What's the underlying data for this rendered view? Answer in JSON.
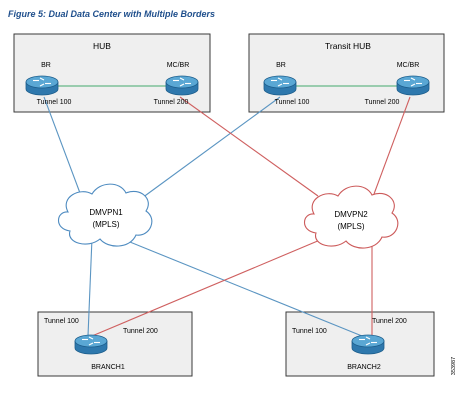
{
  "figure_title": "Figure 5: Dual Data Center with Multiple Borders",
  "sites": {
    "hub": {
      "title": "HUB",
      "left_router": {
        "label": "BR",
        "tunnel": "Tunnel 100"
      },
      "right_router": {
        "label": "MC/BR",
        "tunnel": "Tunnel 200"
      }
    },
    "transit_hub": {
      "title": "Transit HUB",
      "left_router": {
        "label": "BR",
        "tunnel": "Tunnel 100"
      },
      "right_router": {
        "label": "MC/BR",
        "tunnel": "Tunnel 200"
      }
    },
    "branch1": {
      "label": "BRANCH1",
      "tunnel_a": "Tunnel 100",
      "tunnel_b": "Tunnel 200"
    },
    "branch2": {
      "label": "BRANCH2",
      "tunnel_a": "Tunnel 100",
      "tunnel_b": "Tunnel 200"
    }
  },
  "clouds": {
    "dmvpn1": {
      "line1": "DMVPN1",
      "line2": "(MPLS)"
    },
    "dmvpn2": {
      "line1": "DMVPN2",
      "line2": "(MPLS)"
    }
  },
  "figure_id": "353987",
  "colors": {
    "tunnel_100": "#5b95c2",
    "tunnel_200": "#cf6060",
    "intra_site": "#43a86c"
  }
}
